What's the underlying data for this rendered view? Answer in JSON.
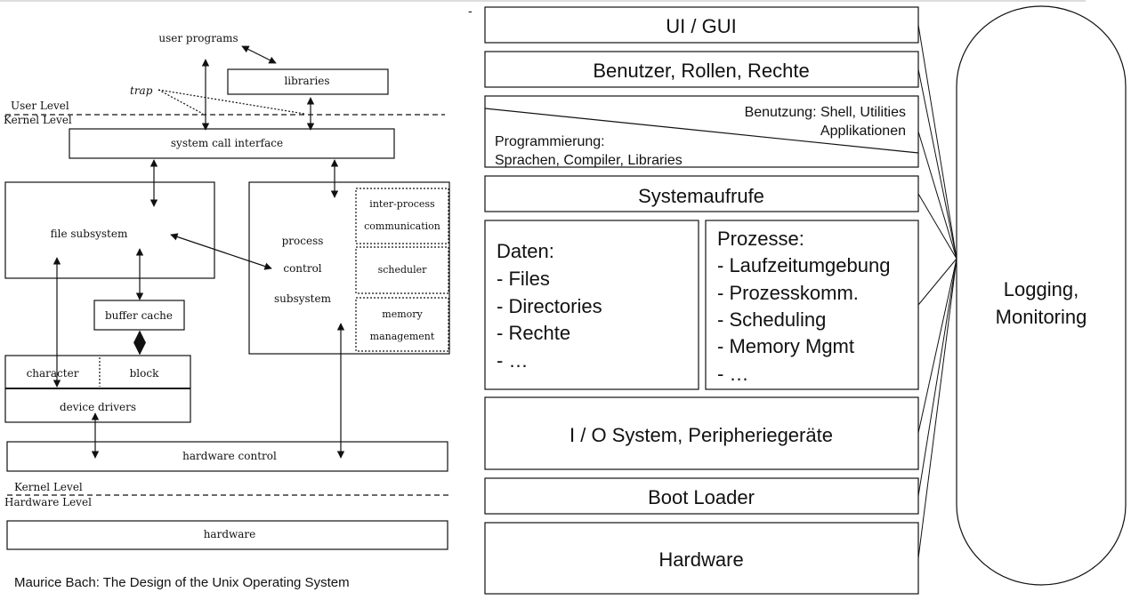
{
  "bach": {
    "user_programs": "user programs",
    "libraries": "libraries",
    "trap": "trap",
    "user_level": "User Level",
    "kernel_level_top": "Kernel Level",
    "system_call_interface": "system call interface",
    "file_subsystem": "file subsystem",
    "process_control_subsystem": [
      "process",
      "control",
      "subsystem"
    ],
    "ipc": [
      "inter-process",
      "communication"
    ],
    "scheduler": "scheduler",
    "memory_management": [
      "memory",
      "management"
    ],
    "buffer_cache": "buffer cache",
    "character": "character",
    "block": "block",
    "device_drivers": "device drivers",
    "hardware_control": "hardware control",
    "kernel_level_bottom": "Kernel Level",
    "hardware_level": "Hardware Level",
    "hardware": "hardware",
    "caption": "Maurice Bach: The Design of the Unix Operating System"
  },
  "top_mark": "-",
  "stack": {
    "ui_gui": "UI / GUI",
    "benutzer": "Benutzer, Rollen, Rechte",
    "benutzung": [
      "Benutzung: Shell, Utilities",
      "Applikationen"
    ],
    "programmierung": [
      "Programmierung:",
      "Sprachen, Compiler, Libraries"
    ],
    "systemaufrufe": "Systemaufrufe",
    "daten_title": "Daten:",
    "daten_items": [
      "- Files",
      "- Directories",
      "- Rechte",
      "- …"
    ],
    "prozesse_title": "Prozesse:",
    "prozesse_items": [
      "- Laufzeitumgebung",
      "- Prozesskomm.",
      "- Scheduling",
      "- Memory Mgmt",
      "- …"
    ],
    "io": "I / O System, Peripheriegeräte",
    "boot_loader": "Boot Loader",
    "hardware": "Hardware"
  },
  "logging": [
    "Logging,",
    "Monitoring"
  ]
}
